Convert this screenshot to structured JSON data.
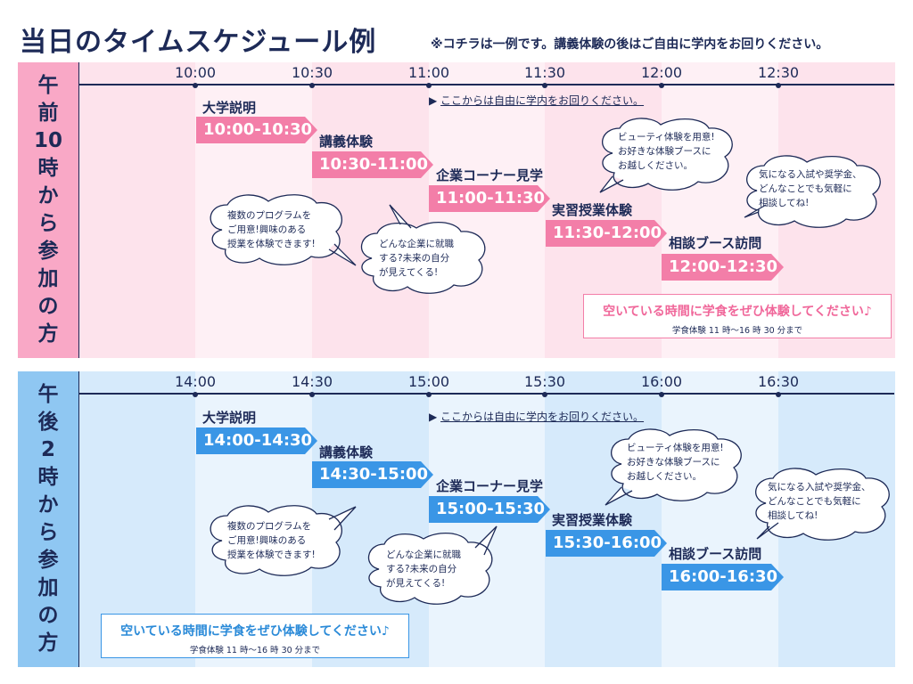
{
  "header": {
    "title": "当日のタイムスケジュール例",
    "note": "※コチラは一例です。講義体験の後はご自由に学内をお回りください。"
  },
  "morning": {
    "label_chars": [
      "午",
      "前",
      "10",
      "時",
      "か",
      "ら",
      "参",
      "加",
      "の",
      "方"
    ],
    "times": [
      "10:00",
      "10:30",
      "11:00",
      "11:30",
      "12:00",
      "12:30"
    ],
    "free_text": "ここからは自由に学内をお回りください。",
    "events": [
      {
        "name": "大学説明",
        "time": "10:00-10:30"
      },
      {
        "name": "講義体験",
        "time": "10:30-11:00"
      },
      {
        "name": "企業コーナー見学",
        "time": "11:00-11:30"
      },
      {
        "name": "実習授業体験",
        "time": "11:30-12:00"
      },
      {
        "name": "相談ブース訪問",
        "time": "12:00-12:30"
      }
    ],
    "bubbles": {
      "programs": "複数のプログラムを\nご用意!興味のある\n授業を体験できます!",
      "companies": "どんな企業に就職\nする?未来の自分\nが見えてくる!",
      "beauty": "ビューティ体験を用意!\nお好きな体験ブースに\nお越しください。",
      "consult": "気になる入試や奨学金、\nどんなことでも気軽に\n相談してね!"
    },
    "cafeteria": {
      "main": "空いている時間に学食をぜひ体験してください♪",
      "sub": "学食体験 11 時〜16 時 30 分まで"
    }
  },
  "afternoon": {
    "label_chars": [
      "午",
      "後",
      "2",
      "時",
      "か",
      "ら",
      "参",
      "加",
      "の",
      "方"
    ],
    "times": [
      "14:00",
      "14:30",
      "15:00",
      "15:30",
      "16:00",
      "16:30"
    ],
    "free_text": "ここからは自由に学内をお回りください。",
    "events": [
      {
        "name": "大学説明",
        "time": "14:00-14:30"
      },
      {
        "name": "講義体験",
        "time": "14:30-15:00"
      },
      {
        "name": "企業コーナー見学",
        "time": "15:00-15:30"
      },
      {
        "name": "実習授業体験",
        "time": "15:30-16:00"
      },
      {
        "name": "相談ブース訪問",
        "time": "16:00-16:30"
      }
    ],
    "bubbles": {
      "programs": "複数のプログラムを\nご用意!興味のある\n授業を体験できます!",
      "companies": "どんな企業に就職\nする?未来の自分\nが見えてくる!",
      "beauty": "ビューティ体験を用意!\nお好きな体験ブースに\nお越しください。",
      "consult": "気になる入試や奨学金、\nどんなことでも気軽に\n相談してね!"
    },
    "cafeteria": {
      "main": "空いている時間に学食をぜひ体験してください♪",
      "sub": "学食体験 11 時〜16 時 30 分まで"
    }
  },
  "colors": {
    "navy": "#1d2a57",
    "morning_sidebar": "#f9a8c6",
    "morning_band_a": "#fde3ec",
    "morning_band_b": "#fef0f5",
    "morning_arrow": "#f37ea8",
    "morning_cafe_border": "#f37ea8",
    "morning_cafe_text": "#f0679a",
    "afternoon_sidebar": "#8fc7f2",
    "afternoon_band_a": "#d6eafb",
    "afternoon_band_b": "#eaf4fd",
    "afternoon_arrow": "#3a96e6",
    "afternoon_cafe_border": "#3a96e6",
    "afternoon_cafe_text": "#2a8ad8"
  }
}
